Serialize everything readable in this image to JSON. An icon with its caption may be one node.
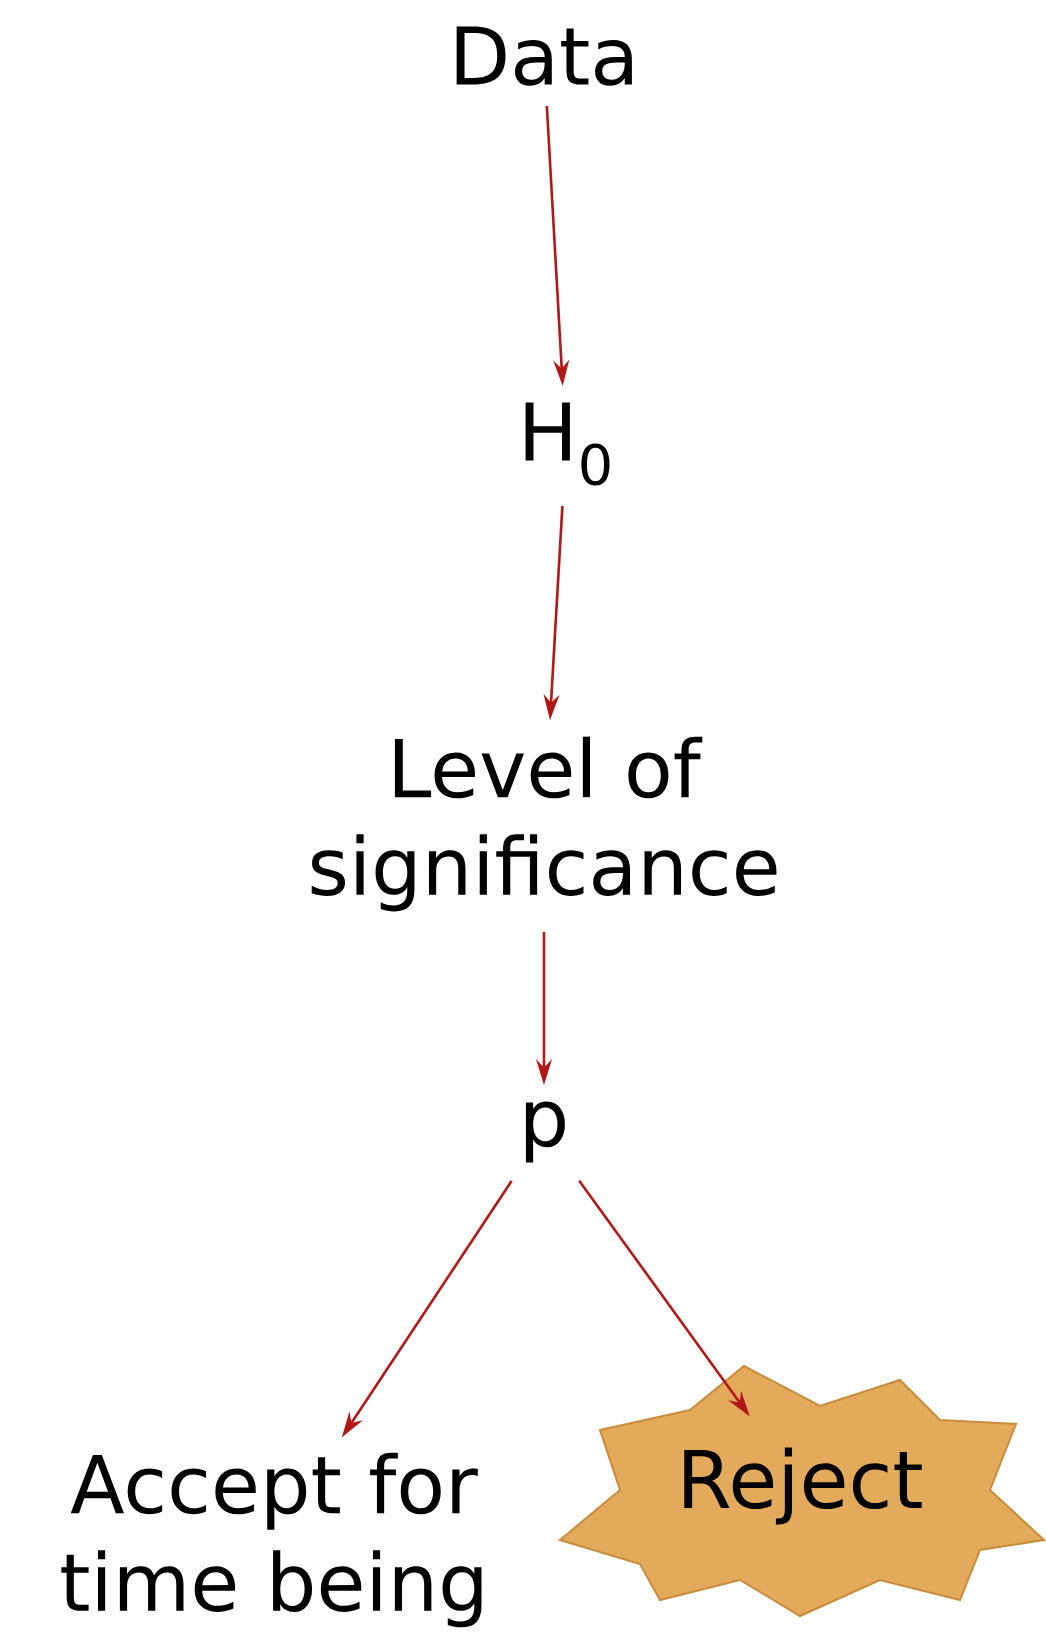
{
  "diagram": {
    "nodes": [
      {
        "text": [
          "Data"
        ]
      },
      {
        "text": [
          "H$_{0}$"
        ]
      },
      {
        "text": [
          "Level of significance"
        ]
      },
      {
        "text": [
          "p"
        ]
      },
      {
        "text": [
          "Accept for time being"
        ]
      },
      {
        "text": [
          "Reject"
        ]
      }
    ],
    "edges": [
      {
        "from": 0,
        "to": 1,
        "arrow": "to"
      },
      {
        "from": 1,
        "to": 2,
        "arrow": "to"
      },
      {
        "from": 2,
        "to": 3,
        "arrow": "to"
      },
      {
        "from": 3,
        "to": 4,
        "arrow": "to"
      },
      {
        "from": 3,
        "to": 5,
        "arrow": "to"
      }
    ]
  }
}
